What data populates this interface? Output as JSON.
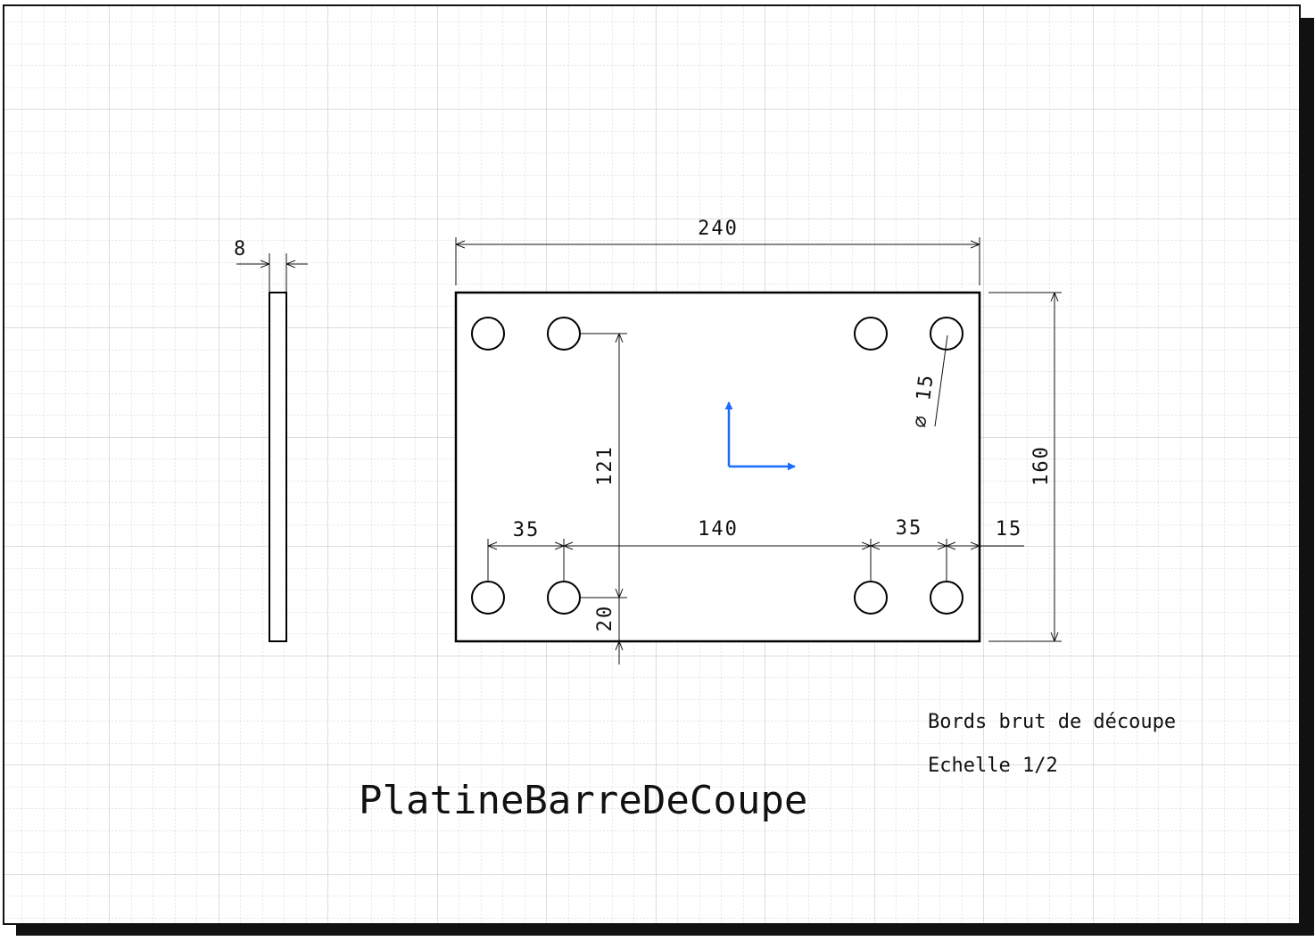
{
  "drawing": {
    "title": "PlatineBarreDeCoupe",
    "notes": {
      "edges": "Bords brut de découpe",
      "scale": "Echelle 1/2"
    },
    "dimensions": {
      "thickness": "8",
      "width": "240",
      "height": "160",
      "hole_diameter": "⌀ 15",
      "hole_vertical_spacing": "121",
      "hole_bottom_offset": "20",
      "hole_pitch_left": "35",
      "hole_pitch_center": "140",
      "hole_pitch_right": "35",
      "hole_edge_offset": "15"
    },
    "colors": {
      "outline": "#000000",
      "grid": "#c8c8c8",
      "axis": "#1a6cff"
    },
    "icons": [
      "origin-axis-icon"
    ]
  }
}
